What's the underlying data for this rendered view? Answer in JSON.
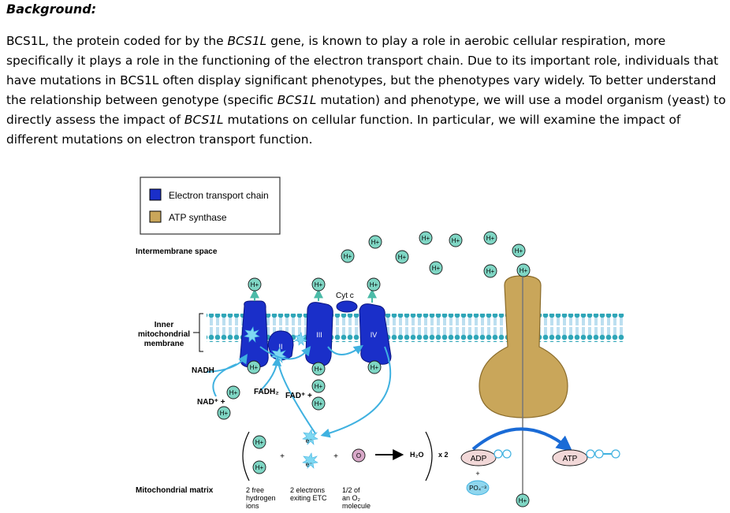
{
  "heading": "Background:",
  "paragraph": {
    "p1": "BCS1L, the protein coded for by the ",
    "p1_gene": "BCS1L",
    "p2": " gene, is known to play a role in aerobic cellular respiration, more specifically it plays a role in the functioning of the electron transport chain. Due to its important role, individuals that have mutations in BCS1L often display significant phenotypes, but the phenotypes vary widely. To better understand the relationship between genotype (specific ",
    "p2_gene": "BCS1L",
    "p3": " mutation) and phenotype, we will use a model organism (yeast) to directly assess the impact of ",
    "p3_gene": "BCS1L",
    "p4": " mutations on cellular function. In particular, we will examine the impact of different mutations on electron transport function."
  },
  "diagram": {
    "legend": {
      "etc": "Electron transport chain",
      "atp_synthase": "ATP synthase"
    },
    "colors": {
      "etc": "#1a2fc9",
      "atp_synthase": "#c9a65a",
      "proton_fill": "#7fd6c4",
      "arrow": "#3fb1e0"
    },
    "labels": {
      "intermembrane_space": "Intermembrane space",
      "inner_membrane_1": "Inner",
      "inner_membrane_2": "mitochondrial",
      "inner_membrane_3": "membrane",
      "mitochondrial_matrix": "Mitochondrial matrix",
      "nadh": "NADH",
      "nad": "NAD⁺ +",
      "fadh2": "FADH₂",
      "fad": "FAD⁺ +",
      "cyt_c": "Cyt c",
      "complex_ii": "II",
      "complex_iii": "III",
      "complex_iv": "IV",
      "h_plus": "H+",
      "electron": "e⁻",
      "oxygen": "O",
      "water": "H₂O",
      "times_two": "x 2",
      "plus": "+",
      "adp": "ADP",
      "atp": "ATP",
      "phosphate": "PO₄⁻³",
      "caption_ions_1": "2 free",
      "caption_ions_2": "hydrogen",
      "caption_ions_3": "ions",
      "caption_electrons_1": "2 electrons",
      "caption_electrons_2": "exiting ETC",
      "caption_oxygen_1": "1/2 of",
      "caption_oxygen_2": "an O₂",
      "caption_oxygen_3": "molecule"
    }
  }
}
